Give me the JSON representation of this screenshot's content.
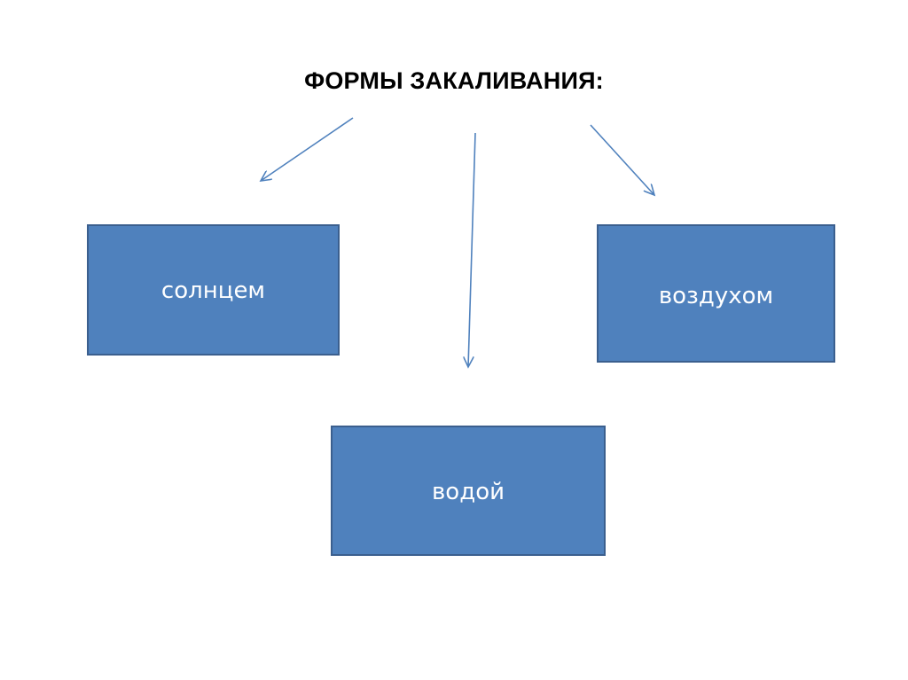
{
  "title": "ФОРМЫ ЗАКАЛИВАНИЯ:",
  "colors": {
    "box_fill": "#4f81bd",
    "box_border": "#3b5f8e",
    "arrow": "#4f81bd",
    "text_on_box": "#ffffff",
    "title_text": "#000000"
  },
  "boxes": [
    {
      "id": "sun",
      "label": "солнцем"
    },
    {
      "id": "air",
      "label": "воздухом"
    },
    {
      "id": "water",
      "label": "водой"
    }
  ]
}
